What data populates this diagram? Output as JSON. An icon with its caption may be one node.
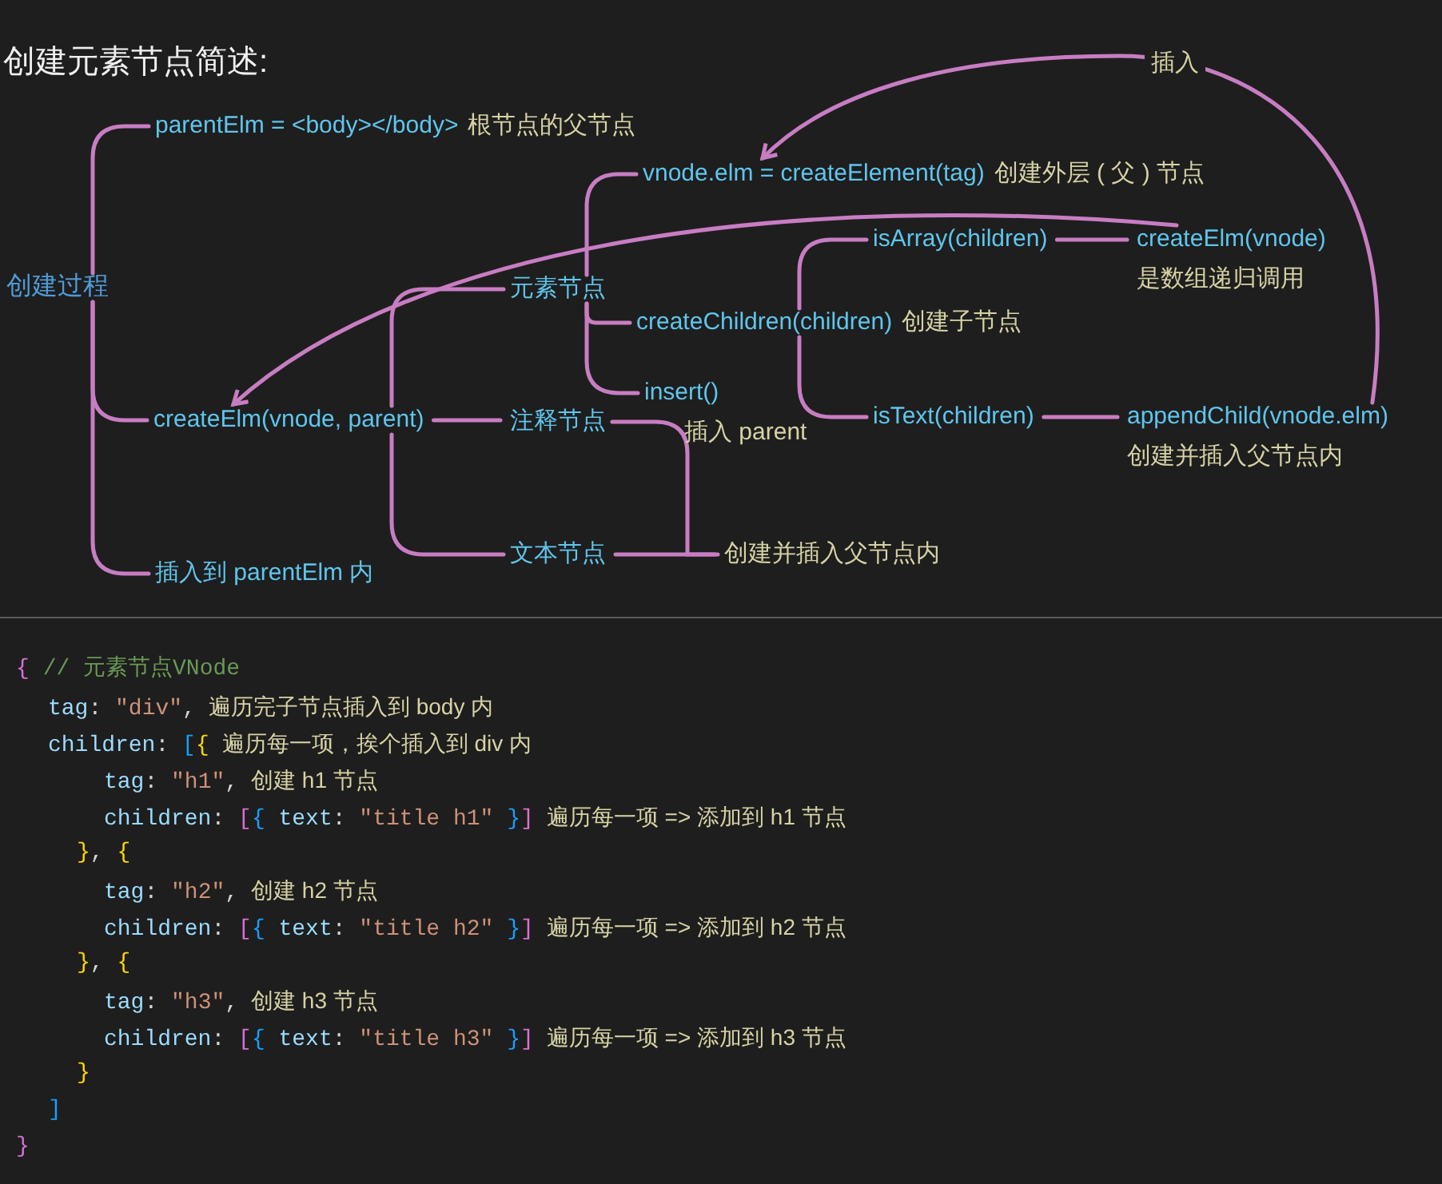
{
  "diagram": {
    "title": "创建元素节点简述:",
    "nodes": [
      {
        "text": [
          "创建过程"
        ]
      },
      {
        "text": [
          "parentElm = <body></body>"
        ],
        "beside": [
          "根节点的父节点"
        ]
      },
      {
        "text": [
          "createElm(vnode, parent)"
        ]
      },
      {
        "text": [
          "插入到 parentElm 内"
        ]
      },
      {
        "text": [
          "元素节点"
        ]
      },
      {
        "text": [
          "注释节点"
        ]
      },
      {
        "text": [
          "文本节点"
        ]
      },
      {
        "text": [
          "vnode.elm = createElement(tag)"
        ],
        "beside": [
          "创建外层 ( 父 ) 节点"
        ]
      },
      {
        "text": [
          "createChildren(children)"
        ],
        "beside": [
          "创建子节点"
        ]
      },
      {
        "text": [
          "insert()"
        ],
        "beside": [
          "插入 parent"
        ]
      },
      {
        "text": [
          "isArray(children)"
        ]
      },
      {
        "text": [
          "isText(children)"
        ]
      },
      {
        "text": [
          "createElm(vnode)"
        ],
        "beside": [
          "是数组递归调用"
        ]
      },
      {
        "text": [
          "appendChild(vnode.elm)"
        ],
        "beside": [
          "创建并插入父节点内"
        ]
      },
      {
        "text": [
          "创建并插入父节点内"
        ]
      }
    ],
    "edges": [
      {
        "from": 0,
        "to": 1,
        "arrow": "none"
      },
      {
        "from": 0,
        "to": 2,
        "arrow": "none"
      },
      {
        "from": 0,
        "to": 3,
        "arrow": "none"
      },
      {
        "from": 2,
        "to": 4,
        "arrow": "none"
      },
      {
        "from": 2,
        "to": 5,
        "arrow": "none"
      },
      {
        "from": 2,
        "to": 6,
        "arrow": "none"
      },
      {
        "from": 4,
        "to": 7,
        "arrow": "none"
      },
      {
        "from": 4,
        "to": 8,
        "arrow": "none"
      },
      {
        "from": 4,
        "to": 9,
        "arrow": "none"
      },
      {
        "from": 8,
        "to": 10,
        "arrow": "none"
      },
      {
        "from": 8,
        "to": 11,
        "arrow": "none"
      },
      {
        "from": 10,
        "to": 12,
        "arrow": "none"
      },
      {
        "from": 11,
        "to": 13,
        "arrow": "none"
      },
      {
        "from": 5,
        "to": 14,
        "arrow": "none"
      },
      {
        "from": 6,
        "to": 14,
        "arrow": "none"
      },
      {
        "from": 12,
        "to": 2,
        "arrow": "to"
      },
      {
        "from": 13,
        "to": 7,
        "arrow": "to",
        "label": "插入"
      }
    ],
    "labels": [
      "{ // 元素节点VNode",
      "tag: \"div\",",
      "遍历完子节点插入到 body 内",
      "children: [{",
      "遍历每一项，挨个插入到 div 内",
      "tag: \"h1\",",
      "创建 h1 节点",
      "children: [{ text: \"title h1\" }]",
      "遍历每一项 => 添加到 h1 节点",
      "}, {",
      "tag: \"h2\",",
      "创建 h2 节点",
      "children: [{ text: \"title h2\" }]",
      "遍历每一项 => 添加到 h2 节点",
      "}, {",
      "tag: \"h3\",",
      "创建 h3 节点",
      "children: [{ text: \"title h3\" }]",
      "遍历每一项 => 添加到 h3 节点",
      "}",
      "]",
      "}"
    ]
  }
}
